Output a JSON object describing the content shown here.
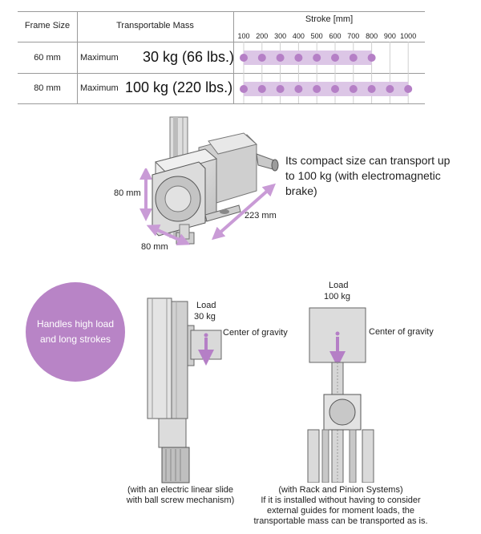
{
  "table": {
    "headers": {
      "frame_size": "Frame Size",
      "transportable_mass": "Transportable Mass",
      "stroke": "Stroke [mm]"
    },
    "stroke_ticks": [
      "100",
      "200",
      "300",
      "400",
      "500",
      "600",
      "700",
      "800",
      "900",
      "1000"
    ],
    "rows": [
      {
        "frame": "60 mm",
        "qualifier": "Maximum",
        "mass": "30 kg (66 lbs.)",
        "max_stroke_mm": 800
      },
      {
        "frame": "80 mm",
        "qualifier": "Maximum",
        "mass": "100 kg (220 lbs.)",
        "max_stroke_mm": 1000
      }
    ],
    "colors": {
      "bar": "#dcc6e6",
      "dot": "#b57fc6",
      "line": "#9a9a9a"
    }
  },
  "actuator": {
    "callout": "Its compact size can transport up to 100 kg (with electromagnetic brake)",
    "dim_height": "80 mm",
    "dim_width": "80 mm",
    "dim_length": "223 mm",
    "arrow_color": "#c99bd6"
  },
  "badge": {
    "text": "Handles high load and long strokes",
    "color": "#b884c6"
  },
  "slide": {
    "load_label": "Load",
    "load_value": "30 kg",
    "cog": "Center of gravity",
    "caption_1": "(with an electric linear slide",
    "caption_2": "with ball screw mechanism)"
  },
  "rack": {
    "load_label": "Load",
    "load_value": "100 kg",
    "cog": "Center of gravity",
    "caption_1": "(with Rack and Pinion Systems)",
    "caption_2": "If it is installed without having to consider",
    "caption_3": "external guides for moment loads, the",
    "caption_4": "transportable mass can be transported as is."
  }
}
